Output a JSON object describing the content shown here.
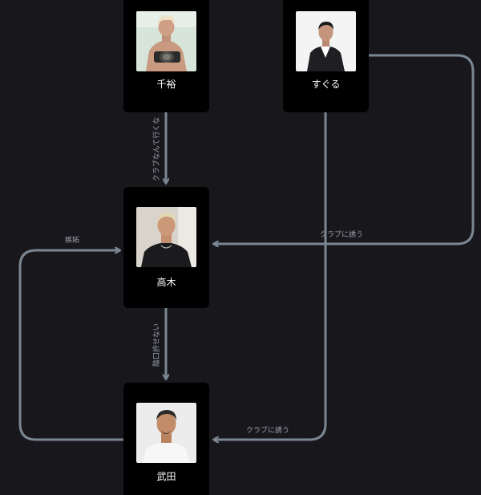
{
  "nodes": {
    "chihiro": {
      "name": "千裕",
      "image": "champion-with-belt"
    },
    "suguru": {
      "name": "すぐる",
      "image": "man-in-suit"
    },
    "takagi": {
      "name": "高木",
      "image": "man-black-shirt"
    },
    "takeda": {
      "name": "武田",
      "image": "man-white-shirt"
    }
  },
  "edges": {
    "chihiro_takagi": "クラブなんて行くな",
    "suguru_takagi": "クラブに誘う",
    "takeda_takagi": "嫉妬",
    "takagi_takeda": "陰口許せない",
    "suguru_takeda": "クラブに誘う"
  },
  "colors": {
    "background": "#18171c",
    "node": "#000000",
    "edge": "#7a8792",
    "label": "#9aa1aa",
    "text": "#ffffff"
  }
}
